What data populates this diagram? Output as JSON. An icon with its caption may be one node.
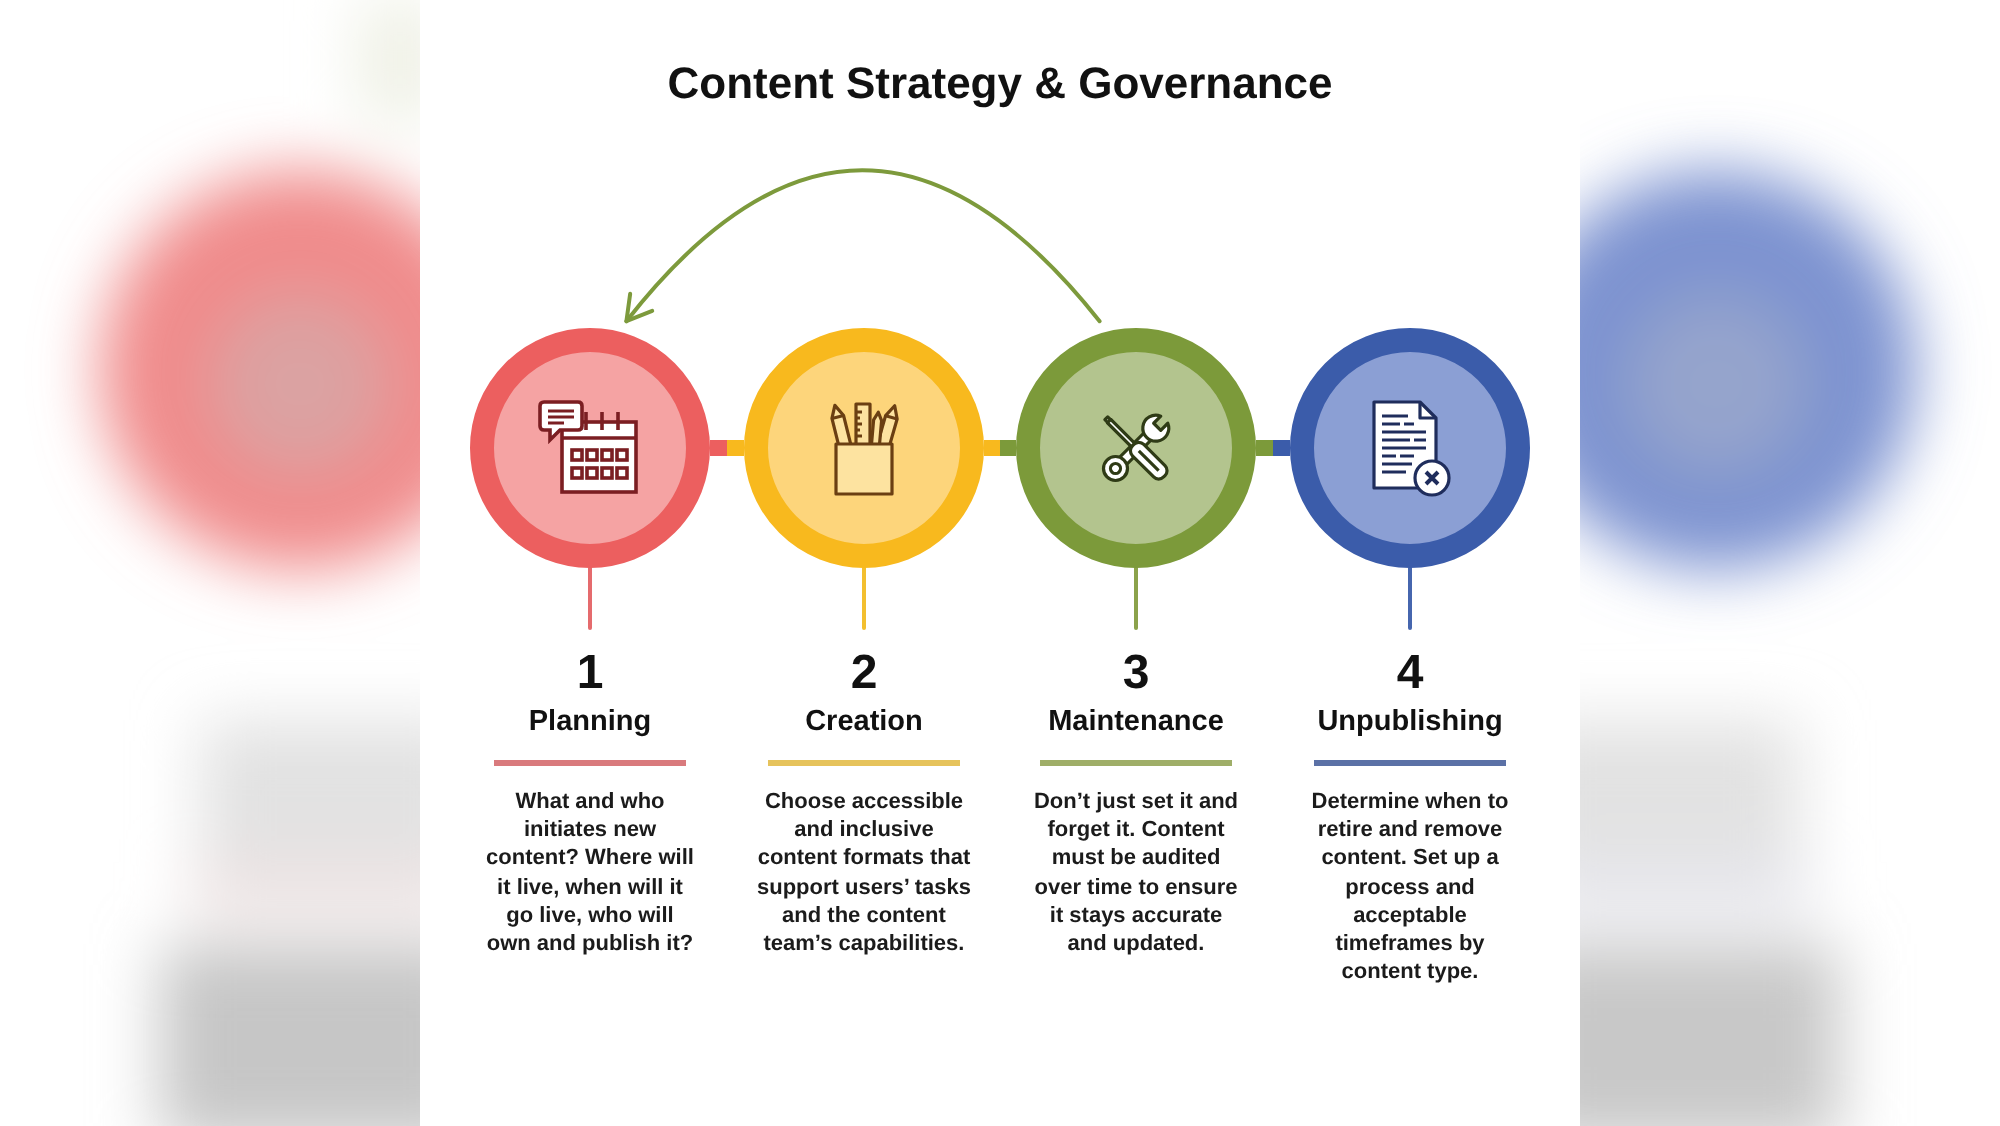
{
  "diagram": {
    "title": "Content Strategy & Governance",
    "nodes": [
      {
        "text": [],
        "shape": "circle"
      },
      {
        "text": [],
        "shape": "circle"
      },
      {
        "text": [],
        "shape": "circle"
      },
      {
        "text": [],
        "shape": "circle"
      },
      {
        "text": [
          "1",
          "Planning",
          "What and who initiates new content? Where will it live, when will it go live, who will own and publish it?"
        ]
      },
      {
        "text": [
          "2",
          "Creation",
          "Choose accessible and inclusive content formats that support users’ tasks and the content team’s capabilities."
        ]
      },
      {
        "text": [
          "3",
          "Maintenance",
          "Don’t just set it and forget it. Content must be audited over time to ensure it stays accurate and updated."
        ]
      },
      {
        "text": [
          "4",
          "Unpublishing",
          "Determine when to retire and remove content. Set up a process and acceptable timeframes by content type."
        ]
      }
    ],
    "edges": [
      {
        "from": 0,
        "to": 1,
        "arrow": "none",
        "style": "thick"
      },
      {
        "from": 1,
        "to": 2,
        "arrow": "none",
        "style": "thick"
      },
      {
        "from": 2,
        "to": 3,
        "arrow": "none",
        "style": "thick"
      },
      {
        "from": 2,
        "to": 0,
        "arrow": "to",
        "color": "#7d9a3c"
      },
      {
        "from": 0,
        "to": 4,
        "arrow": "none",
        "color": "#e56b6d"
      },
      {
        "from": 1,
        "to": 5,
        "arrow": "none",
        "color": "#f3bf2f"
      },
      {
        "from": 2,
        "to": 6,
        "arrow": "none",
        "color": "#8ba24b"
      },
      {
        "from": 3,
        "to": 7,
        "arrow": "none",
        "color": "#4666ae"
      }
    ]
  }
}
